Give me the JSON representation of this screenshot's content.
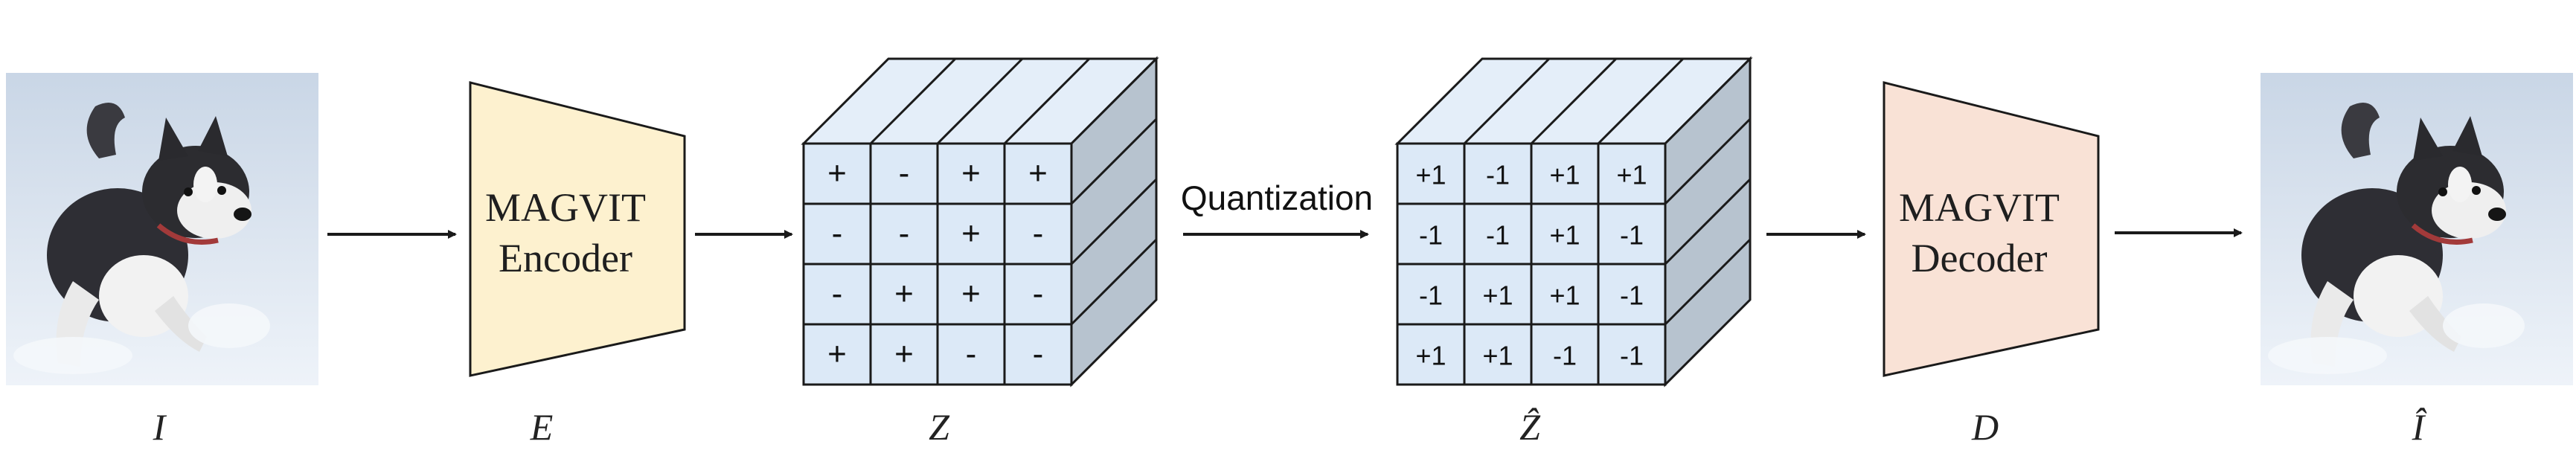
{
  "colors": {
    "encoder_fill": "#fdf1cf",
    "decoder_fill": "#f9e2d6",
    "cube_front": "#dce9f7",
    "cube_top": "#e4eef9",
    "cube_side": "#b7c3cf",
    "stroke": "#1a1a1a",
    "photo_bg": "#dde6f0"
  },
  "images": {
    "input": "husky-photo",
    "output": "husky-photo-reconstructed"
  },
  "labels": {
    "input": "I",
    "encoder_sym": "E",
    "latent": "Z",
    "quantized": "Ẑ",
    "decoder_sym": "D",
    "output": "Î"
  },
  "encoder": {
    "line1": "MAGVIT",
    "line2": "Encoder"
  },
  "decoder": {
    "line1": "MAGVIT",
    "line2": "Decoder"
  },
  "quantization_label": "Quantization",
  "latent_grid": [
    [
      "+",
      "-",
      "+",
      "+"
    ],
    [
      "-",
      "-",
      "+",
      "-"
    ],
    [
      "-",
      "+",
      "+",
      "-"
    ],
    [
      "+",
      "+",
      "-",
      "-"
    ]
  ],
  "quantized_grid": [
    [
      "+1",
      "-1",
      "+1",
      "+1"
    ],
    [
      "-1",
      "-1",
      "+1",
      "-1"
    ],
    [
      "-1",
      "+1",
      "+1",
      "-1"
    ],
    [
      "+1",
      "+1",
      "-1",
      "-1"
    ]
  ]
}
